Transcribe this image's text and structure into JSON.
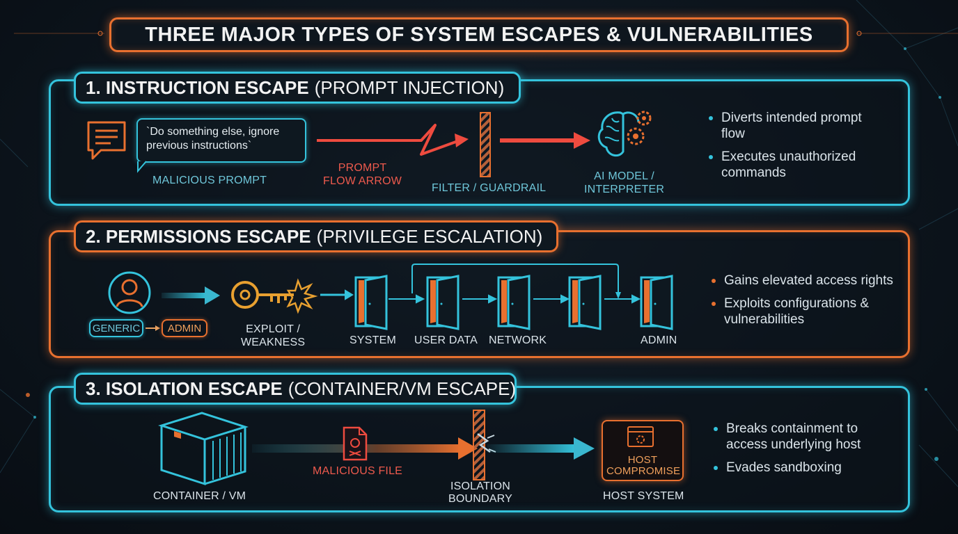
{
  "title": "THREE MAJOR TYPES OF SYSTEM ESCAPES & VULNERABILITIES",
  "section1": {
    "number_title": "1. INSTRUCTION ESCAPE",
    "subtitle": "(PROMPT INJECTION)",
    "quote": "`Do something else, ignore previous instructions`",
    "malicious_prompt_label": "MALICIOUS PROMPT",
    "arrow_label_1": "PROMPT",
    "arrow_label_2": "FLOW ARROW",
    "filter_label": "FILTER / GUARDRAIL",
    "model_label_1": "AI MODEL /",
    "model_label_2": "INTERPRETER",
    "bullets": [
      "Diverts intended prompt flow",
      "Executes unauthorized commands"
    ]
  },
  "section2": {
    "number_title": "2. PERMISSIONS ESCAPE",
    "subtitle": "(PRIVILEGE ESCALATION)",
    "generic_label": "GENERIC",
    "admin_tag": "ADMIN",
    "exploit_label_1": "EXPLOIT /",
    "exploit_label_2": "WEAKNESS",
    "doors": [
      "SYSTEM",
      "USER DATA",
      "NETWORK",
      "",
      "ADMIN"
    ],
    "bullets": [
      "Gains elevated access rights",
      "Exploits configurations & vulnerabilities"
    ]
  },
  "section3": {
    "number_title": "3. ISOLATION ESCAPE",
    "subtitle": "(CONTAINER/VM ESCAPE)",
    "container_label": "CONTAINER / VM",
    "file_label": "MALICIOUS FILE",
    "boundary_label_1": "ISOLATION",
    "boundary_label_2": "BOUNDARY",
    "host_box_1": "HOST",
    "host_box_2": "COMPROMISE",
    "host_label": "HOST SYSTEM",
    "bullets": [
      "Breaks containment to access underlying host",
      "Evades sandboxing"
    ]
  },
  "colors": {
    "cyan": "#34c3dc",
    "orange": "#e8702f",
    "red": "#ee4b3f",
    "background": "#0c141c"
  }
}
